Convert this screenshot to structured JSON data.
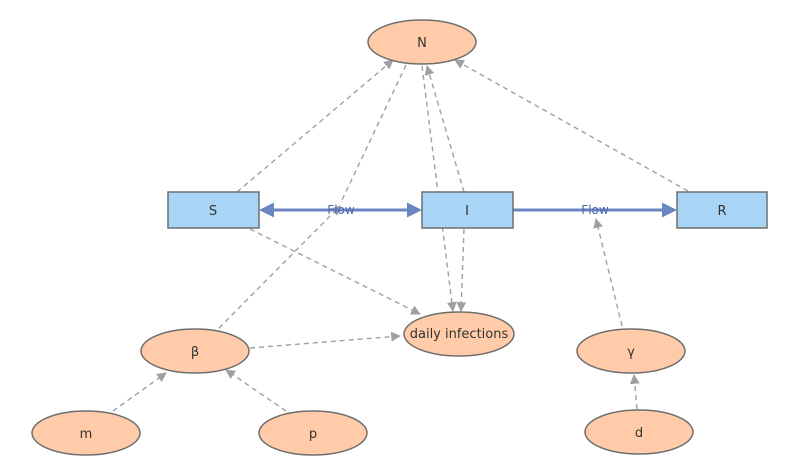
{
  "diagram": {
    "colors": {
      "stock_fill": "#a8d5f5",
      "aux_fill": "#ffcba8",
      "flow_arrow": "#6b86c2",
      "link_arrow": "#a0a0a0"
    },
    "stocks": {
      "S": "S",
      "I": "I",
      "R": "R"
    },
    "auxiliaries": {
      "N": "N",
      "beta": "β",
      "daily_infections": "daily infections",
      "gamma": "γ",
      "m": "m",
      "p": "p",
      "d": "d"
    },
    "flows": {
      "s_to_i": "Flow",
      "i_to_r": "Flow"
    }
  }
}
